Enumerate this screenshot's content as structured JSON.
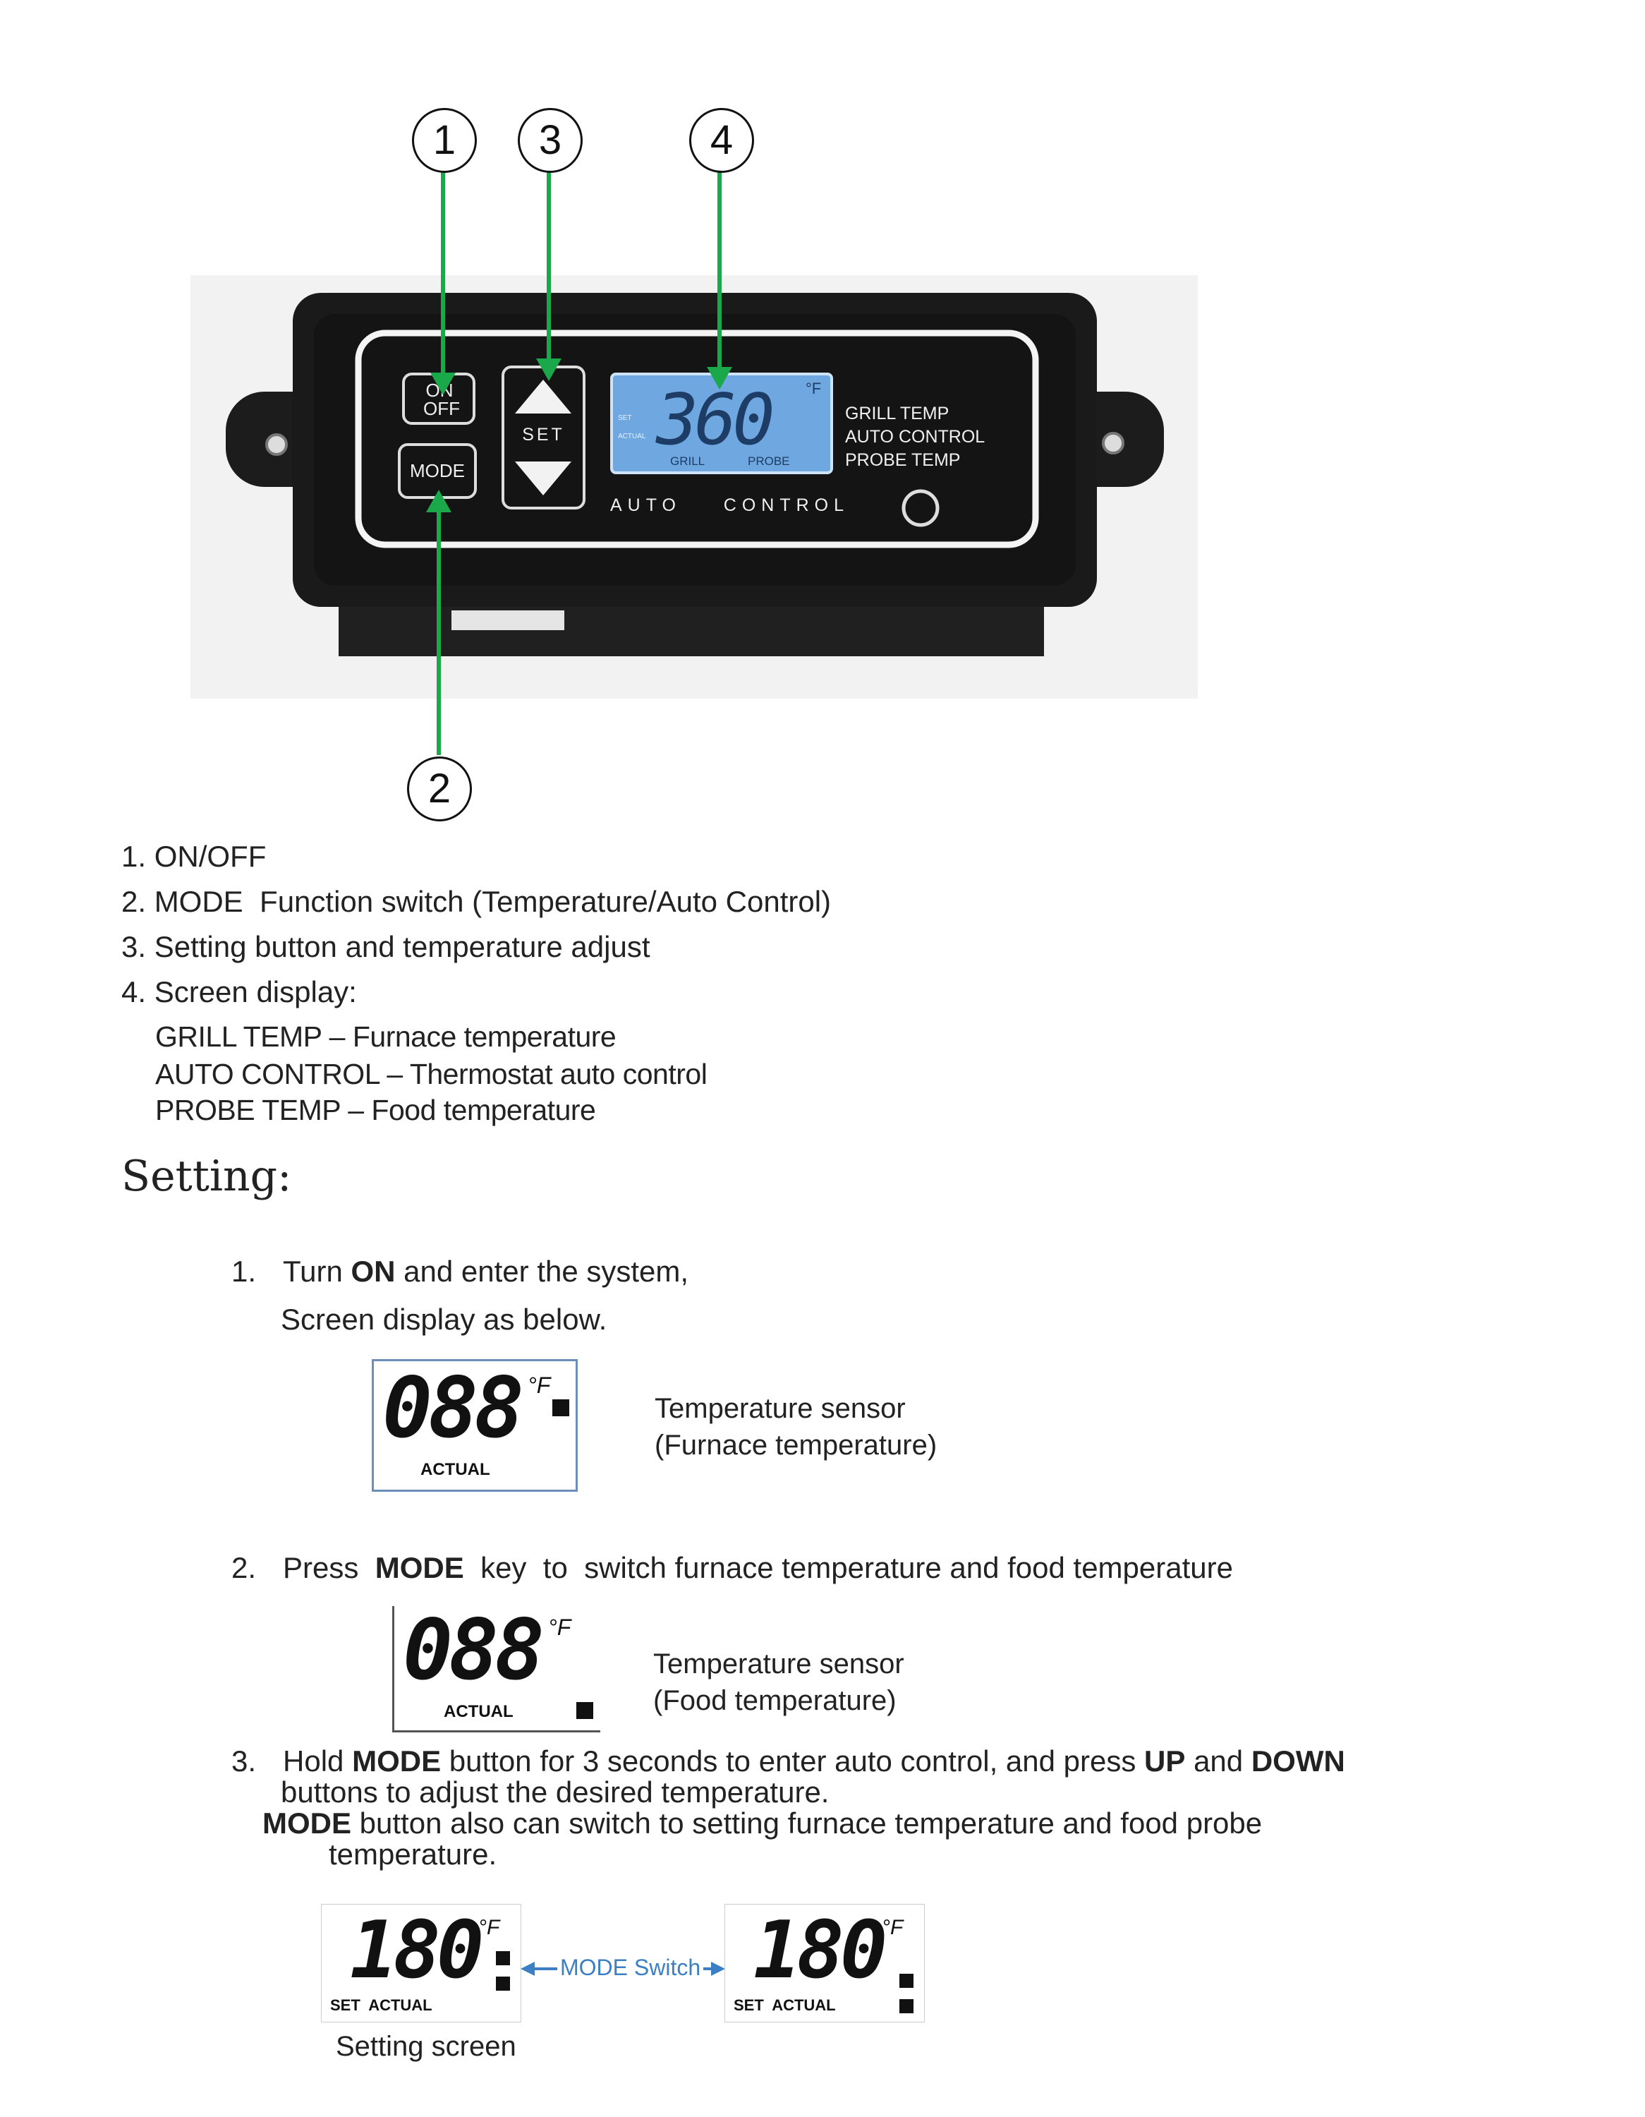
{
  "callouts": [
    "1",
    "3",
    "4",
    "2"
  ],
  "device": {
    "on_off": [
      "ON",
      "OFF"
    ],
    "mode": "MODE",
    "set": "SET",
    "screen_value": "360",
    "screen_unit": "°F",
    "screen_labels": [
      "SET",
      "ACTUAL"
    ],
    "screen_bottom": [
      "GRILL",
      "PROBE"
    ],
    "side_labels": [
      "GRILL TEMP",
      "AUTO CONTROL",
      "PROBE TEMP"
    ],
    "bottom_label": "AUTO    CONTROL",
    "colors": {
      "body": "#1a1a1a",
      "lcd": "#6fa8e0",
      "arrow": "#1aa84a"
    }
  },
  "legend": {
    "items": [
      "1. ON/OFF",
      "2. MODE  Function switch (Temperature/Auto Control)",
      "3. Setting button and temperature adjust",
      "4. Screen display:"
    ],
    "screen_items": [
      "GRILL TEMP – Furnace temperature",
      "AUTO CONTROL – Thermostat auto control",
      "PROBE TEMP – Food temperature"
    ]
  },
  "setting": {
    "heading": "Setting:",
    "step1": {
      "num": "1.",
      "pre": "Turn ",
      "bold": "ON",
      "post": " and enter the system,",
      "line2": "Screen display as below."
    },
    "display1": {
      "value": "088",
      "unit": "°F",
      "label": "ACTUAL"
    },
    "caption1": [
      "Temperature sensor",
      "(Furnace temperature)"
    ],
    "step2": {
      "num": "2.",
      "pre": "Press  ",
      "bold": "MODE",
      "post": "  key  to  switch furnace temperature and food temperature"
    },
    "display2": {
      "value": "088",
      "unit": "°F",
      "label": "ACTUAL"
    },
    "caption2": [
      "Temperature sensor",
      "(Food temperature)"
    ],
    "step3": {
      "num": "3.",
      "a_pre": "Hold ",
      "a_b1": "MODE",
      "a_mid": " button for 3 seconds to enter auto control, and press ",
      "a_b2": "UP",
      "a_and": " and ",
      "a_b3": "DOWN",
      "line2": "buttons to adjust the desired temperature.",
      "line3_b": "MODE",
      "line3": " button also can switch to setting furnace temperature and food probe",
      "line4": "temperature."
    },
    "display3a": {
      "value": "180",
      "unit": "°F",
      "label": "SET  ACTUAL"
    },
    "display3b": {
      "value": "180",
      "unit": "°F",
      "label": "SET  ACTUAL"
    },
    "switch_label": "MODE Switch",
    "caption3": "Setting screen"
  }
}
